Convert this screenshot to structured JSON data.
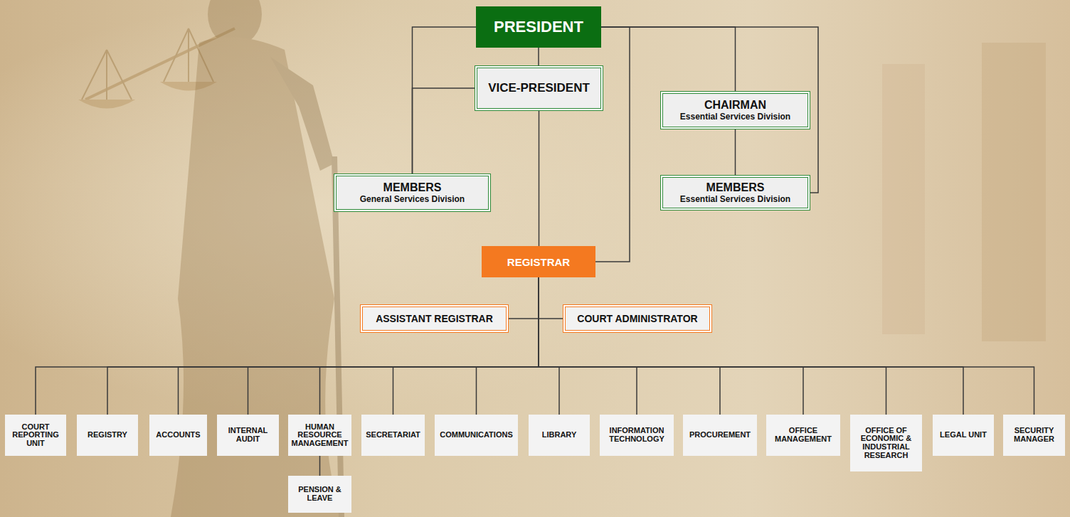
{
  "diagram": {
    "nodes": [
      {
        "text": [
          "PRESIDENT"
        ]
      },
      {
        "text": [
          "VICE-PRESIDENT"
        ]
      },
      {
        "text": [
          "CHAIRMAN",
          "Essential Services Division"
        ]
      },
      {
        "text": [
          "MEMBERS",
          "General Services Division"
        ]
      },
      {
        "text": [
          "MEMBERS",
          "Essential Services Division"
        ]
      },
      {
        "text": [
          "REGISTRAR"
        ]
      },
      {
        "text": [
          "ASSISTANT REGISTRAR"
        ]
      },
      {
        "text": [
          "COURT ADMINISTRATOR"
        ]
      },
      {
        "text": [
          "COURT REPORTING UNIT"
        ]
      },
      {
        "text": [
          "REGISTRY"
        ]
      },
      {
        "text": [
          "ACCOUNTS"
        ]
      },
      {
        "text": [
          "INTERNAL AUDIT"
        ]
      },
      {
        "text": [
          "HUMAN RESOURCE MANAGEMENT"
        ]
      },
      {
        "text": [
          "SECRETARIAT"
        ]
      },
      {
        "text": [
          "COMMUNICATIONS"
        ]
      },
      {
        "text": [
          "LIBRARY"
        ]
      },
      {
        "text": [
          "INFORMATION TECHNOLOGY"
        ]
      },
      {
        "text": [
          "PROCUREMENT"
        ]
      },
      {
        "text": [
          "OFFICE MANAGEMENT"
        ]
      },
      {
        "text": [
          "OFFICE OF ECONOMIC & INDUSTRIAL RESEARCH"
        ]
      },
      {
        "text": [
          "LEGAL UNIT"
        ]
      },
      {
        "text": [
          "SECURITY MANAGER"
        ]
      },
      {
        "text": [
          "PENSION & LEAVE"
        ]
      }
    ],
    "edges": [
      {
        "from": 0,
        "to": 1,
        "arrow": "none"
      },
      {
        "from": 0,
        "to": 3,
        "arrow": "none"
      },
      {
        "from": 1,
        "to": 3,
        "arrow": "none"
      },
      {
        "from": 0,
        "to": 2,
        "arrow": "none"
      },
      {
        "from": 2,
        "to": 4,
        "arrow": "none"
      },
      {
        "from": 0,
        "to": 4,
        "arrow": "none"
      },
      {
        "from": 0,
        "to": 5,
        "arrow": "none"
      },
      {
        "from": 1,
        "to": 5,
        "arrow": "none"
      },
      {
        "from": 5,
        "to": 6,
        "arrow": "none"
      },
      {
        "from": 5,
        "to": 7,
        "arrow": "none"
      },
      {
        "from": 5,
        "to": 8,
        "arrow": "none"
      },
      {
        "from": 5,
        "to": 9,
        "arrow": "none"
      },
      {
        "from": 5,
        "to": 10,
        "arrow": "none"
      },
      {
        "from": 5,
        "to": 11,
        "arrow": "none"
      },
      {
        "from": 5,
        "to": 12,
        "arrow": "none"
      },
      {
        "from": 5,
        "to": 13,
        "arrow": "none"
      },
      {
        "from": 5,
        "to": 14,
        "arrow": "none"
      },
      {
        "from": 5,
        "to": 15,
        "arrow": "none"
      },
      {
        "from": 5,
        "to": 16,
        "arrow": "none"
      },
      {
        "from": 5,
        "to": 17,
        "arrow": "none"
      },
      {
        "from": 5,
        "to": 18,
        "arrow": "none"
      },
      {
        "from": 5,
        "to": 19,
        "arrow": "none"
      },
      {
        "from": 5,
        "to": 20,
        "arrow": "none"
      },
      {
        "from": 5,
        "to": 21,
        "arrow": "none"
      },
      {
        "from": 12,
        "to": 22,
        "arrow": "none"
      }
    ]
  }
}
